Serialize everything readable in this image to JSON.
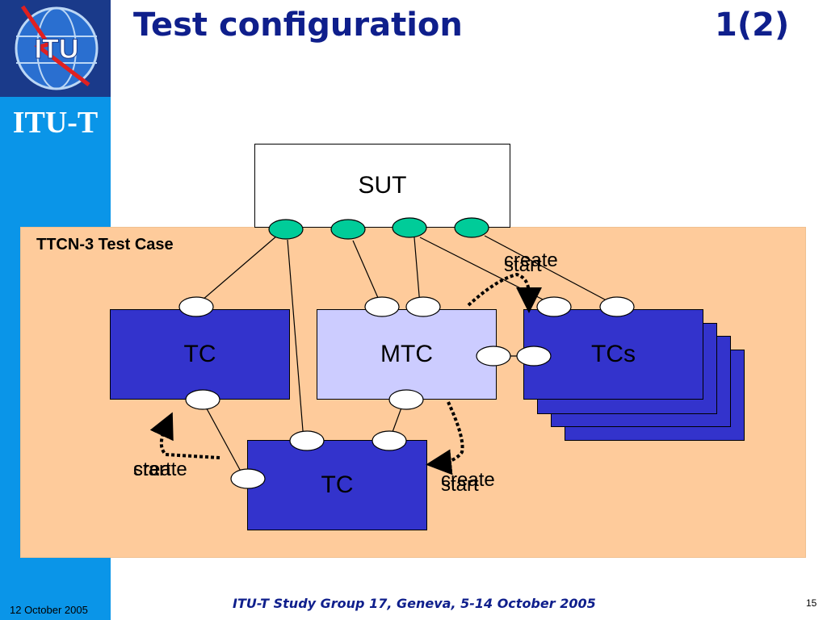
{
  "brand": {
    "logo_text": "ITU",
    "org_label": "ITU-T"
  },
  "title": {
    "text": "Test configuration",
    "part": "1(2)"
  },
  "panel": {
    "label": "TTCN-3 Test Case"
  },
  "nodes": {
    "sut": "SUT",
    "tc_left": "TC",
    "mtc": "MTC",
    "tcs": "TCs",
    "tc_bottom": "TC"
  },
  "annotations": {
    "top_create": "create",
    "top_start": "start",
    "left_create": "create",
    "left_start": "start",
    "bottom_create": "create",
    "bottom_start": "start"
  },
  "footer": {
    "date": "12 October 2005",
    "center": "ITU-T Study Group 17, Geneva, 5-14 October 2005",
    "page": "15"
  },
  "colors": {
    "sidebar": "#0a95e8",
    "title": "#0f1f8c",
    "panel": "#fecb9b",
    "component_dark": "#3333cc",
    "component_light": "#ccccff",
    "port_sut": "#00cc99",
    "port_component": "#ffffff"
  }
}
